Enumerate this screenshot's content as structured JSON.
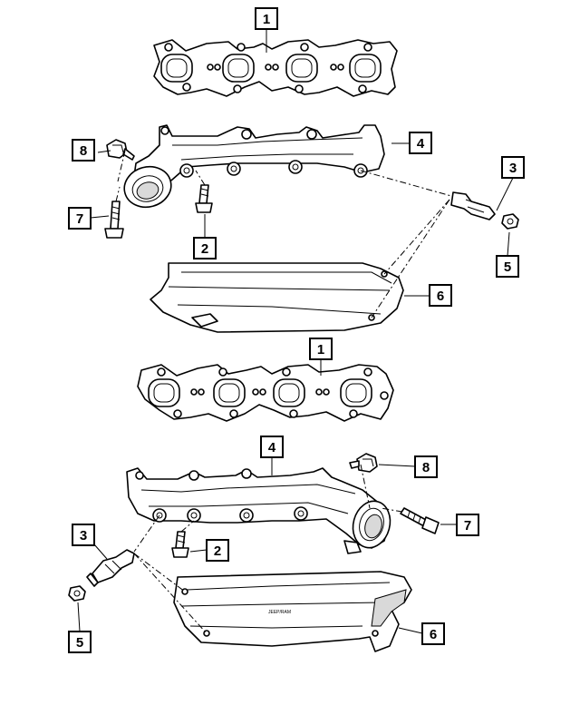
{
  "callouts": {
    "c1_top": "1",
    "c4_top": "4",
    "c8_top": "8",
    "c3_top": "3",
    "c7_top": "7",
    "c2_top": "2",
    "c5_top": "5",
    "c6_top": "6",
    "c1_bottom": "1",
    "c4_bottom": "4",
    "c8_bottom": "8",
    "c3_bottom": "3",
    "c7_bottom": "7",
    "c2_bottom": "2",
    "c5_bottom": "5",
    "c6_bottom": "6"
  }
}
